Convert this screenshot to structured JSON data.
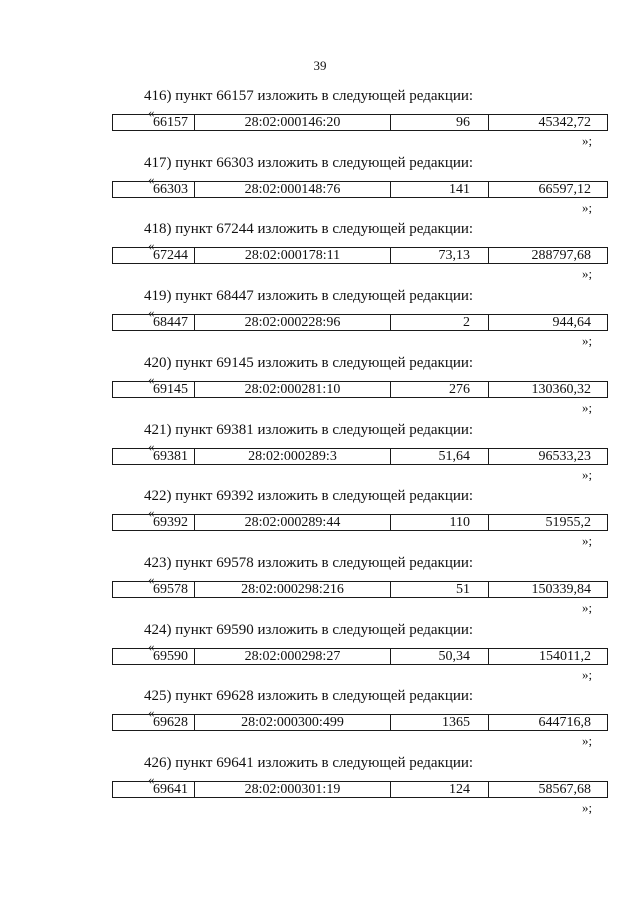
{
  "page_number": "39",
  "open_quote": "«",
  "close_quote": "»;",
  "entries": [
    {
      "heading": "416) пункт 66157 изложить в следующей редакции:",
      "cells": [
        "66157",
        "28:02:000146:20",
        "96",
        "45342,72"
      ]
    },
    {
      "heading": "417) пункт 66303 изложить в следующей редакции:",
      "cells": [
        "66303",
        "28:02:000148:76",
        "141",
        "66597,12"
      ]
    },
    {
      "heading": "418) пункт 67244 изложить в следующей редакции:",
      "cells": [
        "67244",
        "28:02:000178:11",
        "73,13",
        "288797,68"
      ]
    },
    {
      "heading": "419) пункт 68447 изложить в следующей редакции:",
      "cells": [
        "68447",
        "28:02:000228:96",
        "2",
        "944,64"
      ]
    },
    {
      "heading": "420) пункт 69145 изложить в следующей редакции:",
      "cells": [
        "69145",
        "28:02:000281:10",
        "276",
        "130360,32"
      ]
    },
    {
      "heading": "421) пункт 69381 изложить в следующей редакции:",
      "cells": [
        "69381",
        "28:02:000289:3",
        "51,64",
        "96533,23"
      ]
    },
    {
      "heading": "422) пункт 69392 изложить в следующей редакции:",
      "cells": [
        "69392",
        "28:02:000289:44",
        "110",
        "51955,2"
      ]
    },
    {
      "heading": "423) пункт 69578 изложить в следующей редакции:",
      "cells": [
        "69578",
        "28:02:000298:216",
        "51",
        "150339,84"
      ]
    },
    {
      "heading": "424) пункт 69590 изложить в следующей редакции:",
      "cells": [
        "69590",
        "28:02:000298:27",
        "50,34",
        "154011,2"
      ]
    },
    {
      "heading": "425) пункт 69628 изложить в следующей редакции:",
      "cells": [
        "69628",
        "28:02:000300:499",
        "1365",
        "644716,8"
      ]
    },
    {
      "heading": "426) пункт 69641 изложить в следующей редакции:",
      "cells": [
        "69641",
        "28:02:000301:19",
        "124",
        "58567,68"
      ]
    }
  ]
}
